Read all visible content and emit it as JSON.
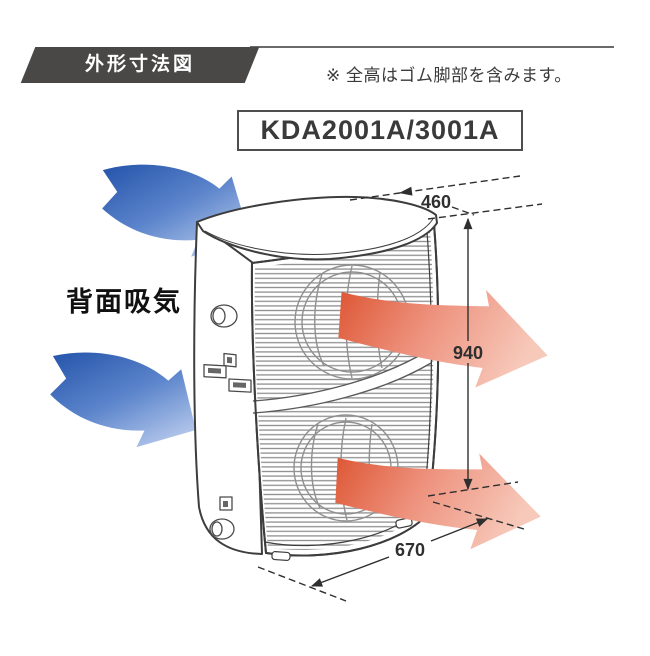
{
  "header": {
    "ribbon_label": "外形寸法図",
    "note": "※ 全高はゴム脚部を含みます。"
  },
  "model_box": {
    "label": "KDA2001A/3001A"
  },
  "diagram": {
    "intake_label": "背面吸気",
    "dimensions": {
      "depth": "460",
      "height": "940",
      "width": "670"
    },
    "colors": {
      "ribbon_bg": "#4a4847",
      "rule_line": "#6a6a6a",
      "text": "#3a3a3a",
      "unit_outline": "#3d3d3d",
      "louver_line": "#8f8f8f",
      "intake_arrow_dark": "#1e4ea6",
      "intake_arrow_light": "#b6c9ec",
      "exhaust_arrow_dark": "#dd5533",
      "exhaust_arrow_light": "#f7c9ba",
      "dimension_line": "#2f2f2f"
    }
  }
}
